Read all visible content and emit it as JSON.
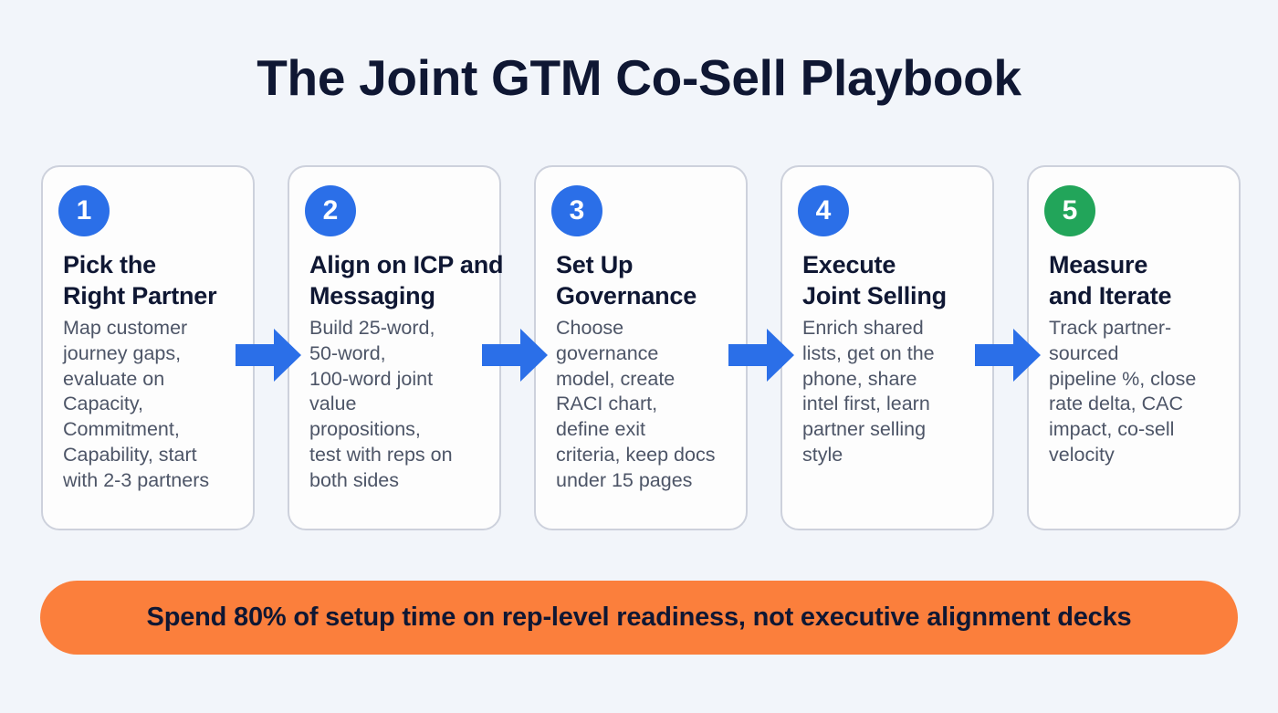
{
  "header": {
    "title": "The Joint GTM Co-Sell Playbook"
  },
  "colors": {
    "step_blue": "#2b6fe8",
    "step_green": "#22a55a",
    "arrow_blue": "#2b6fe8",
    "banner_orange": "#fb7f3c",
    "text_navy": "#0f1733",
    "text_gray": "#4d5567"
  },
  "steps": [
    {
      "number": "1",
      "title": "Pick the\nRight Partner",
      "body": "Map customer\njourney gaps,\nevaluate on\nCapacity,\nCommitment,\nCapability, start\nwith 2-3 partners"
    },
    {
      "number": "2",
      "title": "Align on ICP and\nMessaging",
      "body": "Build 25-word,\n50-word,\n100-word joint\nvalue\npropositions,\ntest with reps on\nboth sides"
    },
    {
      "number": "3",
      "title": "Set Up\nGovernance",
      "body": "Choose\ngovernance\nmodel, create\nRACI chart,\ndefine exit\ncriteria, keep docs\nunder 15 pages"
    },
    {
      "number": "4",
      "title": "Execute\nJoint Selling",
      "body": "Enrich shared\nlists, get on the\nphone, share\nintel first, learn\npartner selling\nstyle"
    },
    {
      "number": "5",
      "title": "Measure\nand Iterate",
      "body": "Track partner-\nsourced\npipeline %, close\nrate delta, CAC\nimpact, co-sell\nvelocity"
    }
  ],
  "arrows": [
    {
      "icon": "arrow-right-icon"
    },
    {
      "icon": "arrow-right-icon"
    },
    {
      "icon": "arrow-right-icon"
    },
    {
      "icon": "arrow-right-icon"
    }
  ],
  "banner": {
    "text": "Spend 80% of setup time on rep-level readiness, not executive alignment decks"
  }
}
